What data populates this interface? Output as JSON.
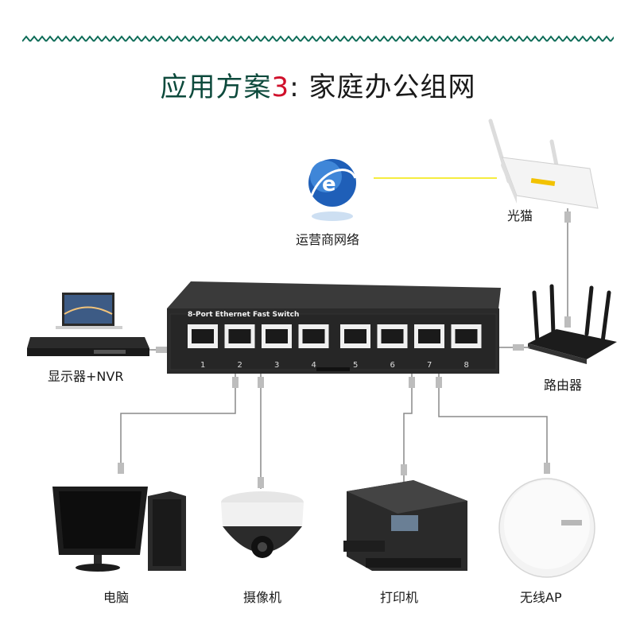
{
  "title": {
    "lead": "应用方案",
    "number": "3",
    "rest": ": 家庭办公组网"
  },
  "switch": {
    "model_label": "8-Port Ethernet Fast Switch",
    "ports": [
      "1",
      "2",
      "3",
      "4",
      "5",
      "6",
      "7",
      "8"
    ]
  },
  "devices": {
    "isp": "运营商网络",
    "modem": "光猫",
    "router": "路由器",
    "nvr": "显示器+NVR",
    "computer": "电脑",
    "camera": "摄像机",
    "printer": "打印机",
    "ap": "无线AP"
  },
  "colors": {
    "band": "#0d6b57",
    "title_number": "#d0102b",
    "isp_link": "#f2e600",
    "cable": "#8a8a8a",
    "switch_body": "#2a2a2a"
  }
}
